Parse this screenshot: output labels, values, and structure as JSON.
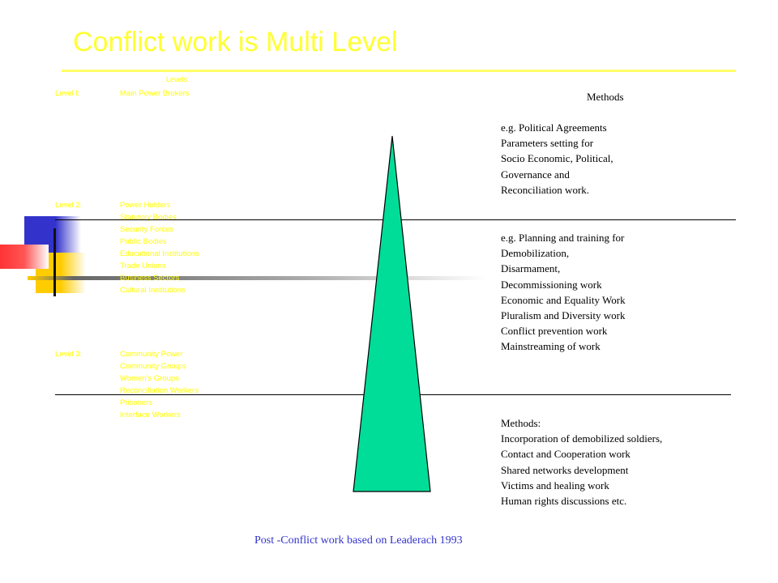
{
  "slide": {
    "title": "Conflict work  is Multi Level",
    "footer": "Post -Conflict work based on   Leaderach 1993"
  },
  "levels": {
    "heading": "Levels",
    "level1": {
      "label": "Level I:",
      "items": [
        "Main Power Brokers"
      ]
    },
    "level2": {
      "label": "Level 2:",
      "items": [
        "Power Holders",
        "Statutory Bodies",
        "Security Forces",
        "Public Bodies",
        "Educational Institutions",
        "Trade Unions",
        "Business Sectors",
        "Cultural Institutions"
      ]
    },
    "level3": {
      "label": "Level 3:",
      "items": [
        "Community Power",
        "Community Groups",
        "Women's Groups",
        "Reconciliation Workers",
        "Prisoners",
        "Interface Workers"
      ]
    }
  },
  "methods": {
    "heading": "Methods",
    "block1": [
      "e.g. Political Agreements",
      "Parameters setting for",
      "Socio Economic, Political,",
      "Governance and",
      "Reconciliation  work."
    ],
    "block2": [
      "e.g. Planning and training for",
      "Demobilization,",
      "Disarmament,",
      "Decommissioning  work",
      "Economic and Equality Work",
      "Pluralism  and Diversity work",
      "Conflict prevention work",
      "Mainstreaming  of work"
    ],
    "block3": [
      "Methods:",
      "Incorporation of demobilized soldiers,",
      "Contact and Cooperation work",
      "Shared networks development",
      "Victims and healing work",
      "Human rights discussions etc."
    ]
  },
  "colors": {
    "title": "#ffff33",
    "level_text": "#ffff00",
    "triangle_fill": "#00dd99",
    "footer": "#3333cc",
    "deco_blue": "#3333cc",
    "deco_yellow": "#ffcc00",
    "deco_red": "#ff3333"
  },
  "icons": {
    "triangle": "level-pyramid-icon",
    "decoration": "color-blocks-decoration-icon"
  }
}
